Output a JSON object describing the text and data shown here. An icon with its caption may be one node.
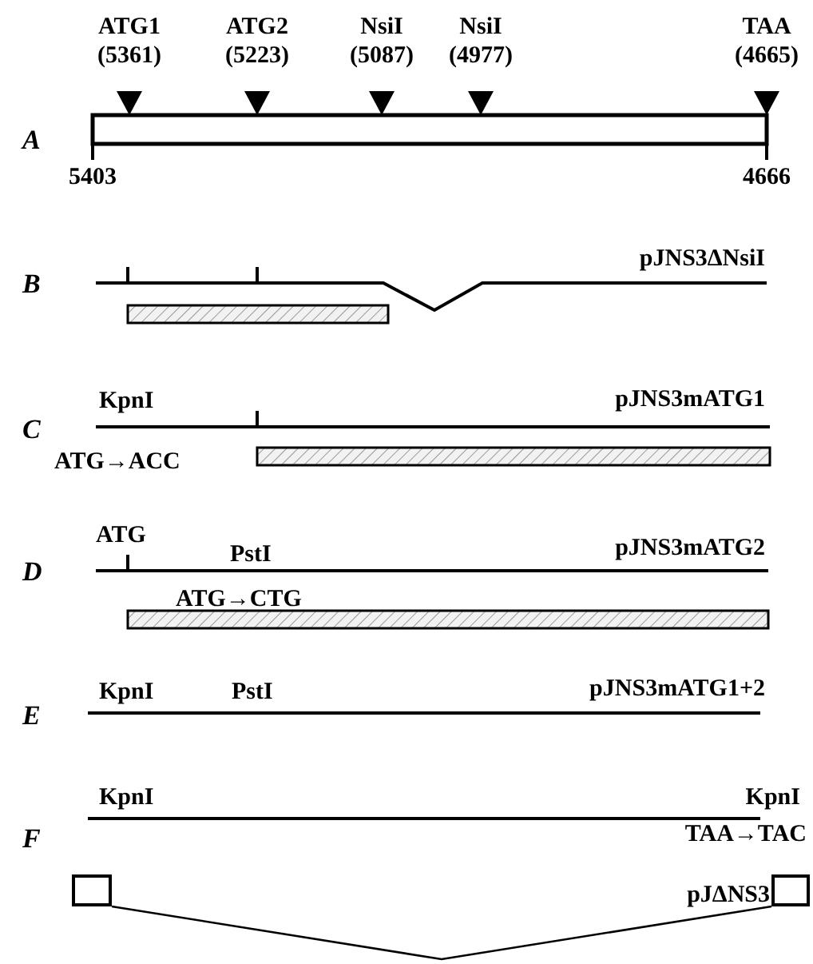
{
  "diagram": {
    "nodes": [
      {
        "text": [],
        "shape": "box"
      },
      {
        "text": [],
        "shape": "box"
      }
    ],
    "edges": [
      {
        "from": 0,
        "to": 1,
        "arrow": "none"
      }
    ],
    "labels": [
      "ATG1 (5361)",
      "ATG2 (5223)",
      "NsiI (5087)",
      "NsiI (4977)",
      "TAA (4665)",
      "A",
      "5403",
      "4666",
      "B",
      "pJNS3ΔNsiI",
      "KpnI",
      "pJNS3mATG1",
      "C",
      "ATG→ACC",
      "ATG",
      "PstI",
      "pJNS3mATG2",
      "D",
      "ATG→CTG",
      "KpnI",
      "PstI",
      "pJNS3mATG1+2",
      "E",
      "KpnI",
      "KpnI",
      "F",
      "TAA→TAC",
      "pJΔNS3"
    ]
  }
}
